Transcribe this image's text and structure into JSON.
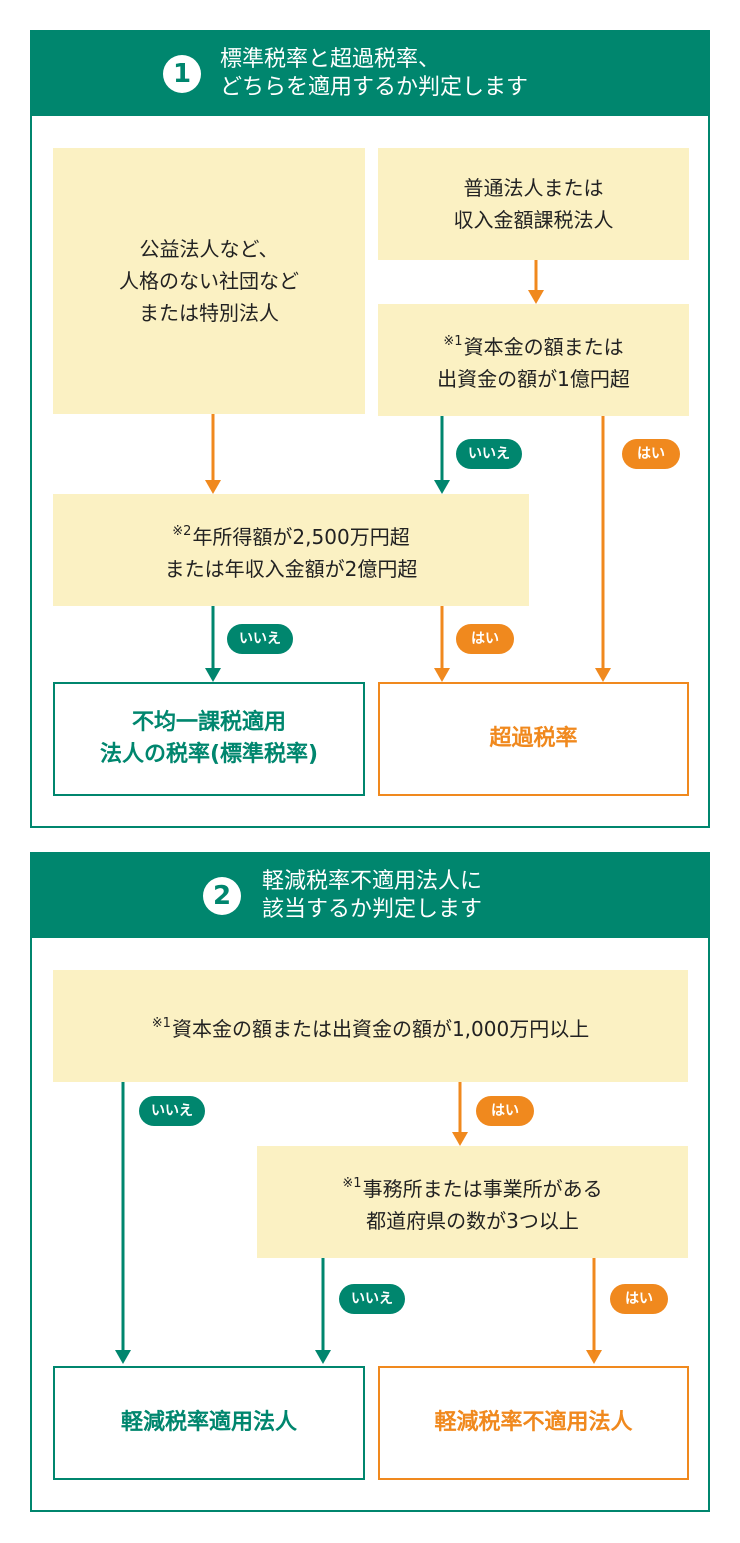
{
  "section1": {
    "number": "1",
    "title_line1": "標準税率と超過税率、",
    "title_line2": "どちらを適用するか判定します",
    "box_public_line1": "公益法人など、",
    "box_public_line2": "人格のない社団など",
    "box_public_line3": "または特別法人",
    "box_ordinary_line1": "普通法人または",
    "box_ordinary_line2": "収入金額課税法人",
    "box_capital_note": "※1",
    "box_capital_line1": "資本金の額または",
    "box_capital_line2": "出資金の額が1億円超",
    "box_income_note": "※2",
    "box_income_line1": "年所得額が2,500万円超",
    "box_income_line2": "または年収入金額が2億円超",
    "label_no": "いいえ",
    "label_yes": "はい",
    "result_standard_line1": "不均一課税適用",
    "result_standard_line2": "法人の税率(標準税率)",
    "result_excess": "超過税率"
  },
  "section2": {
    "number": "2",
    "title_line1": "軽減税率不適用法人に",
    "title_line2": "該当するか判定します",
    "box_capital_note": "※1",
    "box_capital_line1": "資本金の額または出資金の額が1,000万円以上",
    "box_office_note": "※1",
    "box_office_line1": "事務所または事業所がある",
    "box_office_line2": "都道府県の数が3つ以上",
    "label_no": "いいえ",
    "label_yes": "はい",
    "result_applied": "軽減税率適用法人",
    "result_not_applied": "軽減税率不適用法人"
  },
  "colors": {
    "green": "#00866e",
    "orange": "#f0891e",
    "box": "#fbf1c3"
  }
}
